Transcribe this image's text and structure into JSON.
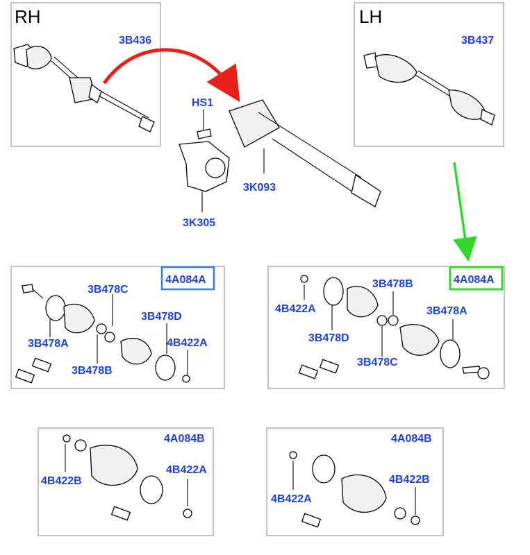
{
  "colors": {
    "label": "#1f3fd6",
    "red_arrow": "#e8201a",
    "green_arrow": "#35d62c",
    "blue_highlight": "#3a7bd5",
    "green_highlight": "#35d62c"
  },
  "top": {
    "rh_label": "RH",
    "lh_label": "LH",
    "rh_part": "3B436",
    "lh_part": "3B437",
    "bolt_label": "HS1",
    "bracket_label": "3K305",
    "shaft_label": "3K093"
  },
  "kit_rh_outer": {
    "title": "4A084A",
    "labels": {
      "a": "3B478C",
      "b": "3B478D",
      "c": "3B478A",
      "d": "4B422A",
      "e": "3B478B"
    }
  },
  "kit_lh_outer": {
    "title": "4A084A",
    "labels": {
      "a": "3B478B",
      "b": "4B422A",
      "c": "3B478A",
      "d": "3B478D",
      "e": "3B478C"
    }
  },
  "kit_rh_inner": {
    "title": "4A084B",
    "labels": {
      "a": "4B422A",
      "b": "4B422B"
    }
  },
  "kit_lh_inner": {
    "title": "4A084B",
    "labels": {
      "a": "4B422B",
      "b": "4B422A"
    }
  }
}
